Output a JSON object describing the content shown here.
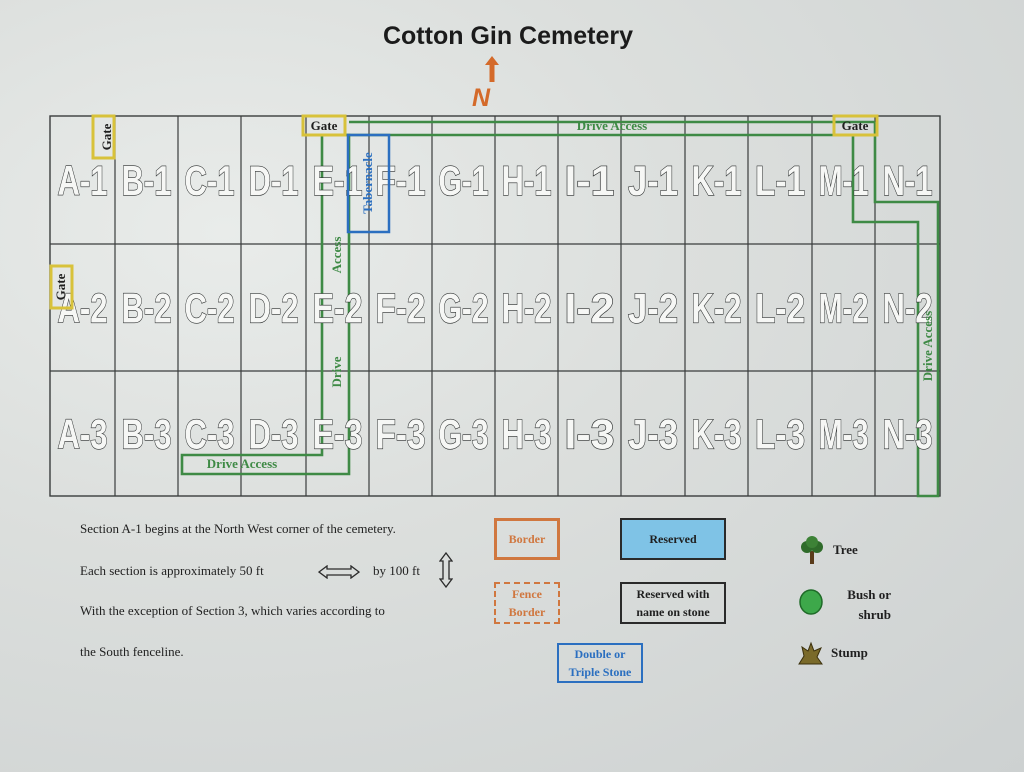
{
  "title": "Cotton Gin Cemetery",
  "north_label": "N",
  "columns": [
    "A",
    "B",
    "C",
    "D",
    "E",
    "F",
    "G",
    "H",
    "I",
    "J",
    "K",
    "L",
    "M",
    "N"
  ],
  "rows": [
    "1",
    "2",
    "3"
  ],
  "gate_label": "Gate",
  "drive_access_label": "Drive Access",
  "access_label": "Access",
  "drive_label": "Drive",
  "tabernacle_label": "Tabernacle",
  "notes": {
    "line1": "Section A-1 begins at the North West corner of the cemetery.",
    "line2_a": "Each section is approximately 50 ft",
    "line2_b": "by 100 ft",
    "line3": "With the exception of Section 3, which varies according to",
    "line4": "the South fenceline."
  },
  "legend": {
    "border": "Border",
    "fence_border": "Fence Border",
    "reserved": "Reserved",
    "reserved_name": "Reserved with name on stone",
    "double_triple": "Double or Triple Stone",
    "tree": "Tree",
    "bush": "Bush or shrub",
    "stump": "Stump"
  },
  "colors": {
    "grid_line": "#3a3d3d",
    "drive_access": "#3e8a45",
    "gate": "#d8c23a",
    "tabernacle": "#2b6fc0",
    "border": "#d0773f",
    "reserved_fill": "#7fc3e6",
    "double_stone": "#2b6fc0",
    "north": "#d46a2a"
  }
}
